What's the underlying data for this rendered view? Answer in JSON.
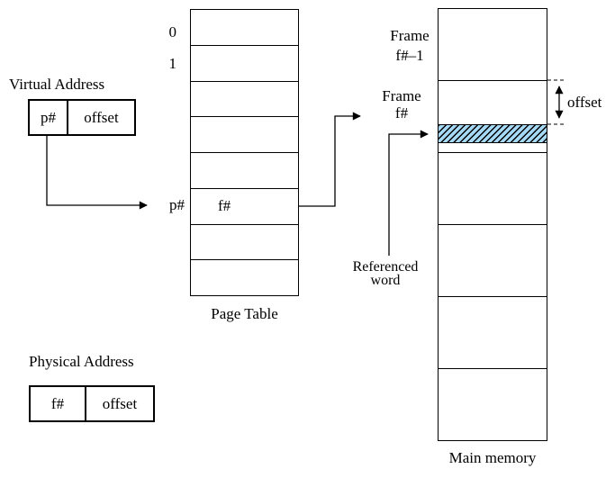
{
  "virtual_address": {
    "title": "Virtual Address",
    "page_field": "p#",
    "offset_field": "offset"
  },
  "page_table": {
    "title": "Page Table",
    "row0_label": "0",
    "row1_label": "1",
    "entry_row_label": "p#",
    "entry_value": "f#"
  },
  "main_memory": {
    "title": "Main memory",
    "frame_prev_line1": "Frame",
    "frame_prev_line2": "f#–1",
    "frame_line1": "Frame",
    "frame_line2": "f#",
    "offset_label": "offset",
    "referenced_line1": "Referenced",
    "referenced_line2": "word"
  },
  "physical_address": {
    "title": "Physical Address",
    "frame_field": "f#",
    "offset_field": "offset"
  },
  "colors": {
    "highlight_fill": "#a6d9f5",
    "line": "#000000"
  }
}
